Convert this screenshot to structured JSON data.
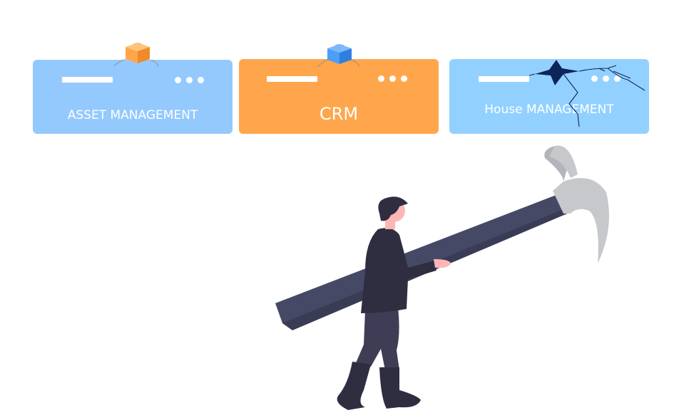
{
  "colors": {
    "card_blue": "#94c9fe",
    "card_orange": "#ffa64d",
    "card_light_blue": "#92d1ff",
    "block_orange": "#ffa64d",
    "block_blue": "#4d9dfa",
    "crack": "#0c2459",
    "hammer_handle": "#464966",
    "hammer_head": "#c7c8cc",
    "person_dark": "#2f2e41",
    "skin": "#fcb6b6"
  },
  "cards": [
    {
      "label": "ASSET MANAGEMENT",
      "menu_icon": "more-dots-icon"
    },
    {
      "label": "CRM",
      "menu_icon": "more-dots-icon"
    },
    {
      "label": "House MANAGEMENT",
      "menu_icon": "more-dots-icon"
    }
  ]
}
